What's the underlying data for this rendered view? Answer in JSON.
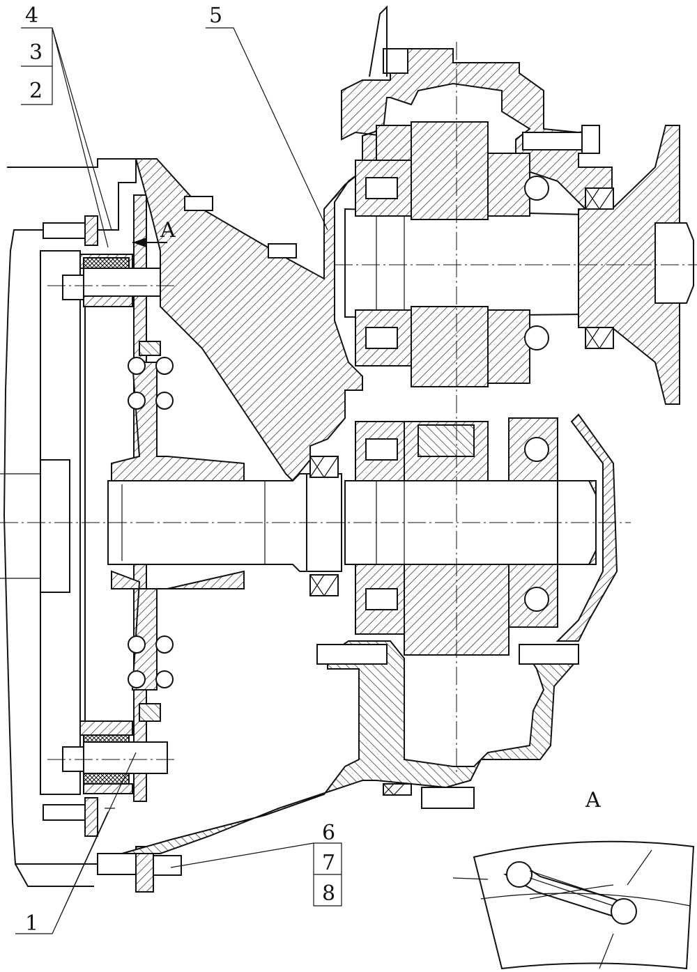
{
  "labels": {
    "callout_1": "1",
    "callout_2": "2",
    "callout_3": "3",
    "callout_4": "4",
    "callout_5": "5",
    "callout_6": "6",
    "callout_7": "7",
    "callout_8": "8",
    "view_arrow": "A",
    "view_title": "A"
  }
}
